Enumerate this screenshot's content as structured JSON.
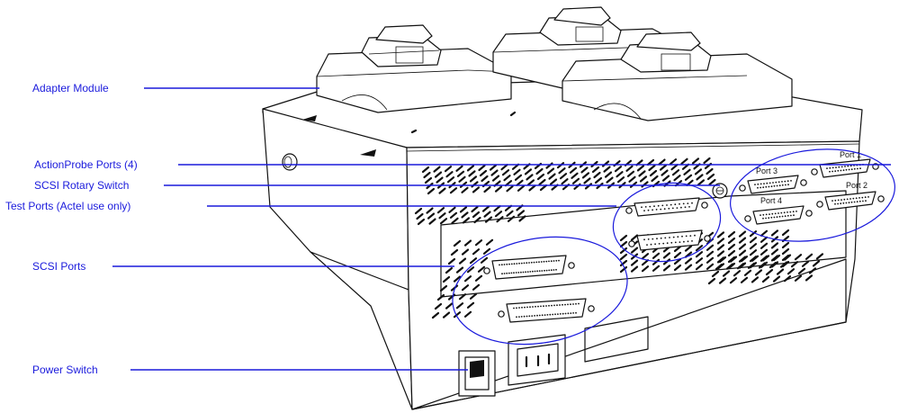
{
  "callouts": {
    "adapter_module": "Adapter Module",
    "actionprobe_ports": "ActionProbe Ports (4)",
    "scsi_rotary_switch": "SCSI Rotary Switch",
    "test_ports": "Test Ports (Actel use only)",
    "scsi_ports": "SCSI Ports",
    "power_switch": "Power Switch"
  },
  "port_labels": {
    "port1": "Port 1",
    "port2": "Port 2",
    "port3": "Port 3",
    "port4": "Port 4"
  },
  "colors": {
    "callout_text": "#1a1adc",
    "highlight_ellipse": "#1a1adc",
    "line_art": "#111111"
  }
}
